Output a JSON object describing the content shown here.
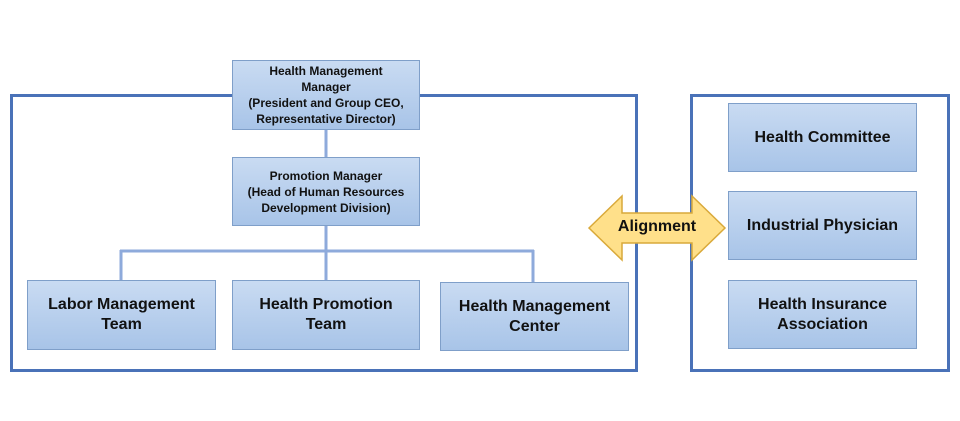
{
  "org": {
    "health_management_manager": "Health Management\nManager\n(President and Group CEO,\nRepresentative Director)",
    "promotion_manager": "Promotion Manager\n(Head of Human Resources\nDevelopment Division)",
    "teams": [
      "Labor Management\nTeam",
      "Health Promotion\nTeam",
      "Health Management\nCenter"
    ]
  },
  "alignment_label": "Alignment",
  "partners": [
    "Health Committee",
    "Industrial Physician",
    "Health Insurance\nAssociation"
  ],
  "colors": {
    "frame": "#4a72b8",
    "box_fill": "#b7cfee",
    "connector": "#8eaadb",
    "arrow_fill": "#ffe08a",
    "arrow_stroke": "#d9a93a"
  }
}
